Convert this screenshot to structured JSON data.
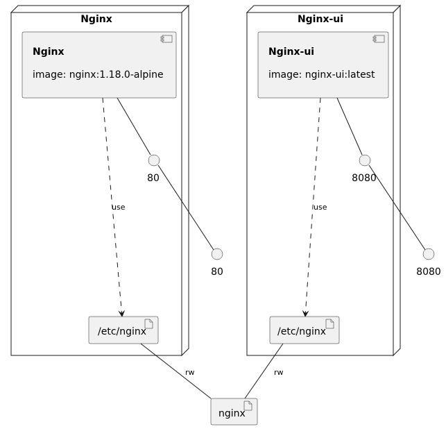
{
  "nodes": [
    {
      "title": "Nginx",
      "component": {
        "name": "Nginx",
        "image": "image: nginx:1.18.0-alpine"
      },
      "inner_port": "80",
      "volume": "/etc/nginx",
      "use_label": "use"
    },
    {
      "title": "Nginx-ui",
      "component": {
        "name": "Nginx-ui",
        "image": "image: nginx-ui:latest"
      },
      "inner_port": "8080",
      "volume": "/etc/nginx",
      "use_label": "use"
    }
  ],
  "external_ports": [
    "80",
    "8080"
  ],
  "shared_volume": {
    "name": "nginx",
    "left_label": "rw",
    "right_label": "rw"
  }
}
